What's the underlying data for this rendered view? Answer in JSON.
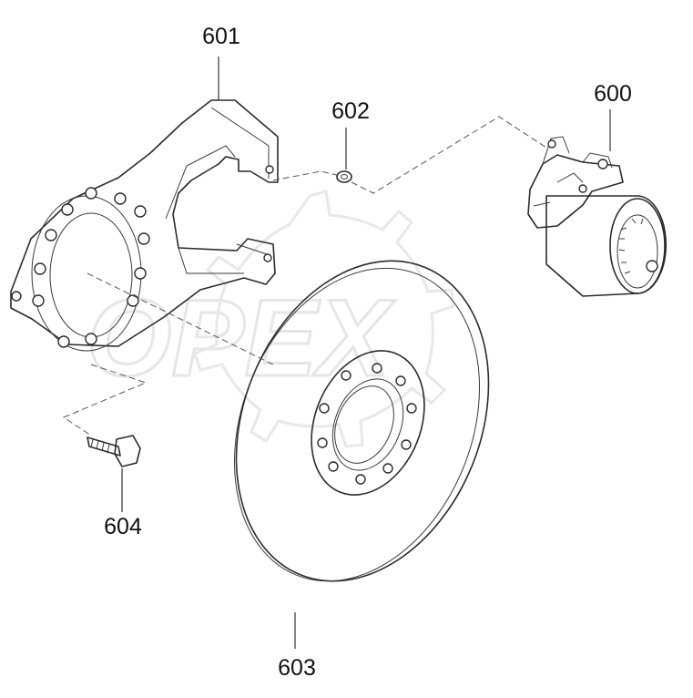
{
  "diagram": {
    "watermark": "OPEX",
    "callouts": [
      {
        "id": "600",
        "label": "600"
      },
      {
        "id": "601",
        "label": "601"
      },
      {
        "id": "602",
        "label": "602"
      },
      {
        "id": "603",
        "label": "603"
      },
      {
        "id": "604",
        "label": "604"
      }
    ]
  }
}
